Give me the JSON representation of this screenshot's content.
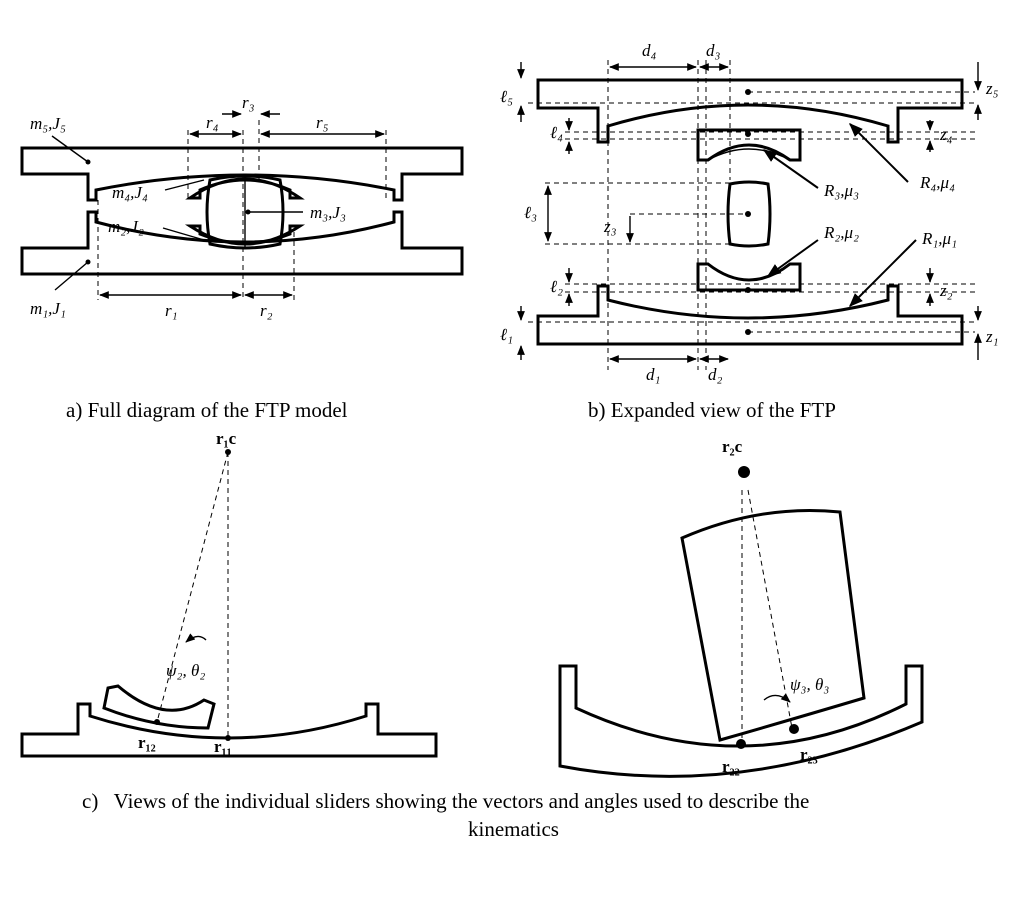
{
  "captions": {
    "a": "a) Full diagram of the FTP model",
    "b": "b) Expanded view of the FTP",
    "c_line1": "c)   Views of the individual sliders showing the vectors and angles used to describe the",
    "c_line2": "kinematics"
  },
  "panel_a": {
    "m5": "m₅,J₅",
    "m4": "m₄,J₄",
    "m2": "m₂,J₂",
    "m3": "m₃,J₃",
    "m1": "m₁,J₁",
    "r1": "r₁",
    "r2": "r₂",
    "r3": "r₃",
    "r4": "r₄",
    "r5": "r₅"
  },
  "panel_b": {
    "d1": "d₁",
    "d2": "d₂",
    "d3": "d₃",
    "d4": "d₄",
    "l1": "ℓ₁",
    "l2": "ℓ₂",
    "l3": "ℓ₃",
    "l4": "ℓ₄",
    "l5": "ℓ₅",
    "z1": "z₁",
    "z2": "z₂",
    "z3": "z₃",
    "z4": "z₄",
    "z5": "z₅",
    "R1": "R₁,μ₁",
    "R2": "R₂,μ₂",
    "R3": "R₃,μ₃",
    "R4": "R₄,μ₄"
  },
  "panel_c": {
    "r1c": "r₁c",
    "r2c": "r₂c",
    "r11": "r₁₁",
    "r12": "r₁₂",
    "r22": "r₂₂",
    "r23": "r₂₃",
    "angle_left": "ψ₂, θ₂",
    "angle_right": "ψ₃, θ₃"
  }
}
